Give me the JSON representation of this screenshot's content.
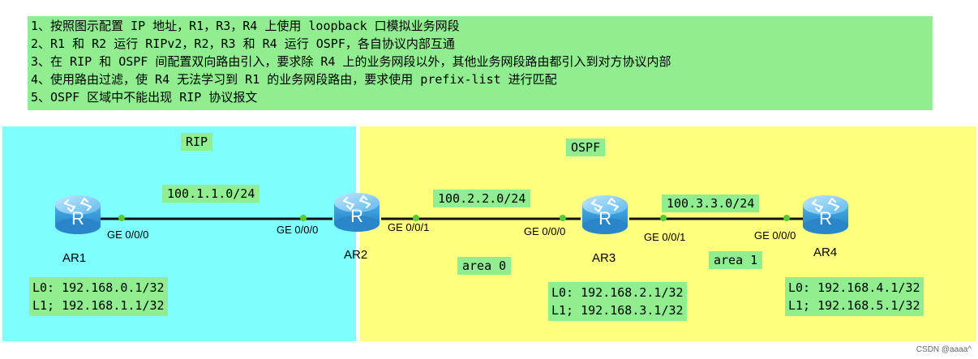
{
  "requirements": [
    "1、按照图示配置 IP 地址，R1，R3，R4 上使用 loopback 口模拟业务网段",
    "2、R1 和 R2 运行 RIPv2，R2，R3 和 R4 运行 OSPF，各自协议内部互通",
    "3、在 RIP 和 OSPF 间配置双向路由引入，要求除 R4 上的业务网段以外，其他业务网段路由都引入到对方协议内部",
    "4、使用路由过滤，使 R4 无法学习到 R1 的业务网段路由，要求使用 prefix-list 进行匹配",
    "5、OSPF 区域中不能出现 RIP 协议报文"
  ],
  "zones": {
    "rip": "RIP",
    "ospf": "OSPF"
  },
  "colors": {
    "rip_zone": "#80ffff",
    "ospf_zone": "#ffff80",
    "label_bg": "#90ee90",
    "router": "#3fa9e6",
    "port": "#55cc33"
  },
  "links": {
    "l1": {
      "network": "100.1.1.0/24"
    },
    "l2": {
      "network": "100.2.2.0/24"
    },
    "l3": {
      "network": "100.3.3.0/24"
    }
  },
  "interfaces": {
    "ar1_g0": "GE 0/0/0",
    "ar2_g0": "GE 0/0/0",
    "ar2_g1": "GE 0/0/1",
    "ar3_g0": "GE 0/0/0",
    "ar3_g1": "GE 0/0/1",
    "ar4_g0": "GE 0/0/0"
  },
  "routers": {
    "ar1": {
      "name": "AR1",
      "loopbacks": [
        "L0: 192.168.0.1/32",
        "L1; 192.168.1.1/32"
      ]
    },
    "ar2": {
      "name": "AR2"
    },
    "ar3": {
      "name": "AR3",
      "loopbacks": [
        "L0: 192.168.2.1/32",
        "L1; 192.168.3.1/32"
      ]
    },
    "ar4": {
      "name": "AR4",
      "loopbacks": [
        "L0: 192.168.4.1/32",
        "L1; 192.168.5.1/32"
      ]
    }
  },
  "areas": {
    "area0": "area 0",
    "area1": "area 1"
  },
  "watermark": "CSDN @aaaa^"
}
